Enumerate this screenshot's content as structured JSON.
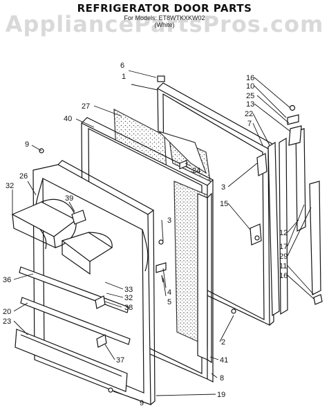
{
  "header": {
    "title": "REFRIGERATOR DOOR PARTS",
    "subtitle": "For Models: ET8WTKXKW02",
    "subtitle2": "(White)",
    "watermark": "AppliancePartsPros.com"
  },
  "callouts": [
    {
      "id": "c6",
      "text": "6"
    },
    {
      "id": "c1",
      "text": "1"
    },
    {
      "id": "c27",
      "text": "27"
    },
    {
      "id": "c40",
      "text": "40"
    },
    {
      "id": "c9a",
      "text": "9"
    },
    {
      "id": "c26",
      "text": "26"
    },
    {
      "id": "c32a",
      "text": "32"
    },
    {
      "id": "c39",
      "text": "39"
    },
    {
      "id": "c24",
      "text": "24"
    },
    {
      "id": "c3a",
      "text": "3"
    },
    {
      "id": "c15",
      "text": "15"
    },
    {
      "id": "c3b",
      "text": "3"
    },
    {
      "id": "c4",
      "text": "4"
    },
    {
      "id": "c5",
      "text": "5"
    },
    {
      "id": "c36",
      "text": "36"
    },
    {
      "id": "c33",
      "text": "33"
    },
    {
      "id": "c32b",
      "text": "32"
    },
    {
      "id": "c38",
      "text": "38"
    },
    {
      "id": "c20",
      "text": "20"
    },
    {
      "id": "c23",
      "text": "23"
    },
    {
      "id": "c37",
      "text": "37"
    },
    {
      "id": "c2",
      "text": "2"
    },
    {
      "id": "c41",
      "text": "41"
    },
    {
      "id": "c8",
      "text": "8"
    },
    {
      "id": "c19",
      "text": "19"
    },
    {
      "id": "c9b",
      "text": "9"
    },
    {
      "id": "c16a",
      "text": "16"
    },
    {
      "id": "c10",
      "text": "10"
    },
    {
      "id": "c25",
      "text": "25"
    },
    {
      "id": "c13",
      "text": "13"
    },
    {
      "id": "c22",
      "text": "22"
    },
    {
      "id": "c7",
      "text": "7"
    },
    {
      "id": "c12",
      "text": "12"
    },
    {
      "id": "c17",
      "text": "17"
    },
    {
      "id": "c29",
      "text": "29"
    },
    {
      "id": "c11",
      "text": "11"
    },
    {
      "id": "c16b",
      "text": "16"
    }
  ]
}
